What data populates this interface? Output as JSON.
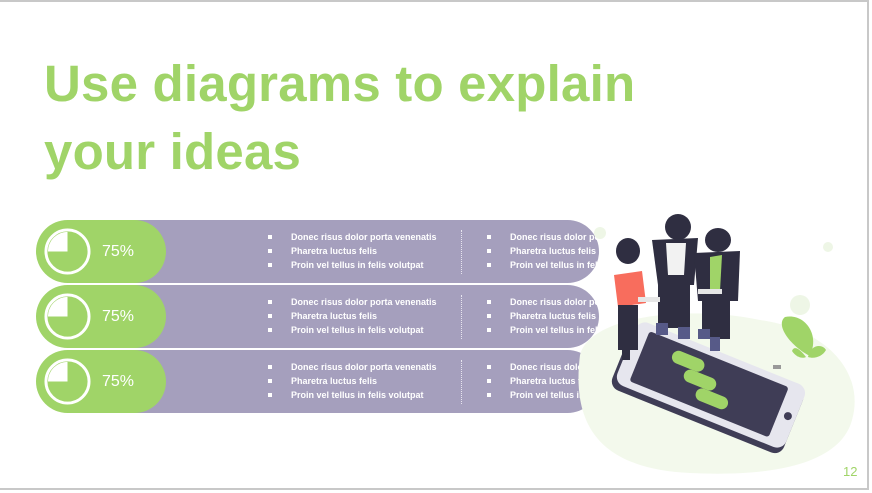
{
  "slide": {
    "title": "Use diagrams to explain your ideas",
    "page_number": "12"
  },
  "colors": {
    "accent_green": "#a0d468",
    "bar_purple": "#a59fbd",
    "text_white": "#ffffff"
  },
  "rows": [
    {
      "percent_label": "75%",
      "percent_value": 75,
      "left_column": [
        "Donec risus dolor porta venenatis",
        "Pharetra luctus felis",
        "Proin vel tellus in felis volutpat"
      ],
      "right_column": [
        "Donec risus dolor porta venenatis",
        "Pharetra luctus felis",
        "Proin vel tellus in felis volutpat"
      ]
    },
    {
      "percent_label": "75%",
      "percent_value": 75,
      "left_column": [
        "Donec risus dolor porta venenatis",
        "Pharetra luctus felis",
        "Proin vel tellus in felis volutpat"
      ],
      "right_column": [
        "Donec risus dolor porta venenatis",
        "Pharetra luctus felis",
        "Proin vel tellus in felis volutpat"
      ]
    },
    {
      "percent_label": "75%",
      "percent_value": 75,
      "left_column": [
        "Donec risus dolor porta venenatis",
        "Pharetra luctus felis",
        "Proin vel tellus in felis volutpat"
      ],
      "right_column": [
        "Donec risus dolor porta venenatis",
        "Pharetra luctus felis",
        "Proin vel tellus in felis volutpat"
      ]
    }
  ],
  "illustration": {
    "icon": "people-with-smartphone-illustration"
  }
}
